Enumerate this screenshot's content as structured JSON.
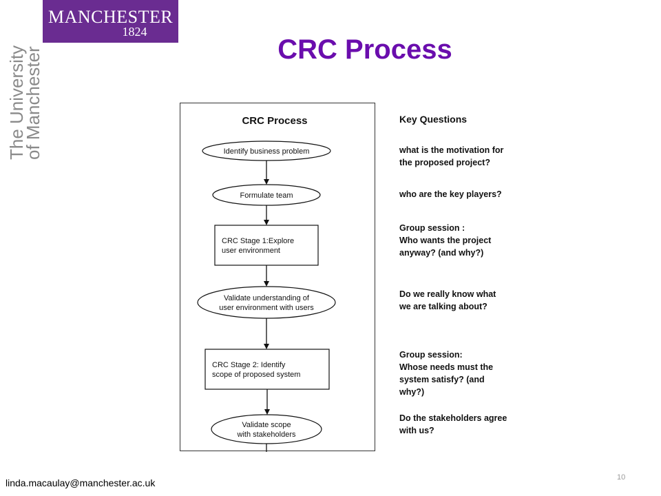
{
  "logo": {
    "name": "MANCHESTER",
    "year": "1824"
  },
  "side_text": {
    "line1": "The University",
    "line2": "of Manchester"
  },
  "title": "CRC Process",
  "diagram": {
    "header": "CRC Process",
    "steps": [
      {
        "shape": "ellipse",
        "lines": [
          "Identify business problem"
        ]
      },
      {
        "shape": "ellipse",
        "lines": [
          "Formulate team"
        ]
      },
      {
        "shape": "rect",
        "lines": [
          "CRC Stage 1:Explore",
          "user environment"
        ]
      },
      {
        "shape": "ellipse",
        "lines": [
          "Validate understanding of",
          "user environment with users"
        ]
      },
      {
        "shape": "rect",
        "lines": [
          "CRC Stage 2: Identify",
          "scope of proposed system"
        ]
      },
      {
        "shape": "ellipse",
        "lines": [
          "Validate scope",
          "with stakeholders"
        ]
      }
    ]
  },
  "key_questions": {
    "title": "Key Questions",
    "items": [
      "what is the motivation for\nthe proposed project?",
      "who are the key players?",
      "Group session :\nWho wants the project\nanyway? (and why?)",
      "Do we really know what\nwe are talking about?",
      "Group session:\nWhose needs must the\nsystem satisfy?  (and\nwhy?)",
      "Do the stakeholders agree\nwith us?"
    ]
  },
  "footer": {
    "email": "linda.macaulay@manchester.ac.uk",
    "page": "10"
  }
}
